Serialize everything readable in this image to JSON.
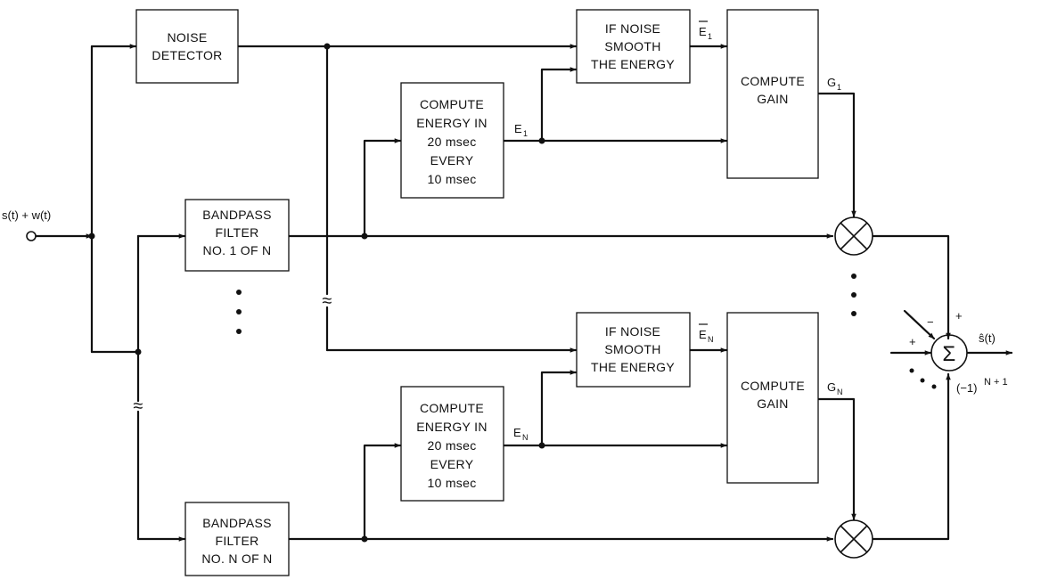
{
  "input_label": "s(t) + w(t)",
  "output_label": "ŝ(t)",
  "noise_detector": [
    "NOISE",
    "DETECTOR"
  ],
  "bandpass_1": [
    "BANDPASS",
    "FILTER",
    "NO. 1 OF N"
  ],
  "bandpass_n": [
    "BANDPASS",
    "FILTER",
    "NO. N OF N"
  ],
  "compute_energy": [
    "COMPUTE",
    "ENERGY IN",
    "20 msec",
    "EVERY",
    "10 msec"
  ],
  "smooth": [
    "IF NOISE",
    "SMOOTH",
    "THE ENERGY"
  ],
  "compute_gain": [
    "COMPUTE",
    "GAIN"
  ],
  "signals": {
    "e_1": "E",
    "e_1_sub": "1",
    "ebar_1": "E",
    "ebar_1_sub": "1",
    "g_1": "G",
    "g_1_sub": "1",
    "e_n": "E",
    "e_n_sub": "N",
    "ebar_n": "E",
    "ebar_n_sub": "N",
    "g_n": "G",
    "g_n_sub": "N"
  },
  "summer": {
    "symbol": "Σ",
    "sign_plus": "+",
    "sign_minus": "−",
    "sign_term": "(−1)",
    "sign_term_exp": "N + 1"
  },
  "multiplier_symbol": "⊗",
  "break_symbol": "≈"
}
